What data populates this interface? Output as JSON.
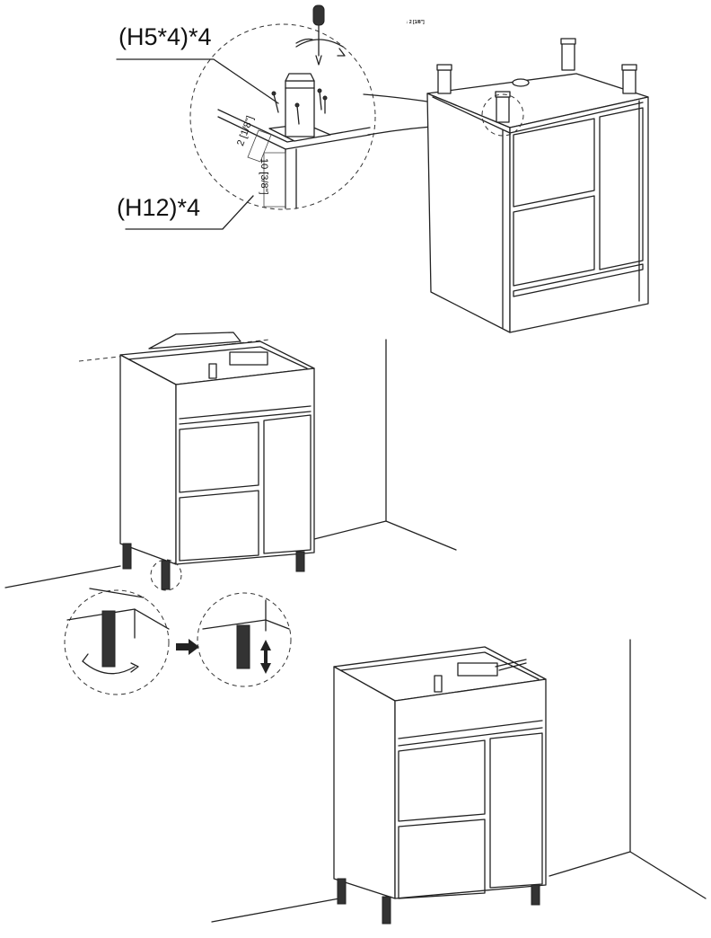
{
  "labels": {
    "screw_h5": "(H5*4)*4",
    "screw_h12": "(H12)*4",
    "dim_2_1_8": "2 [1/8\"]",
    "dim_10_3_8": "10 [3/8\"]",
    "tiny_dim": "↓ 2 [1/8\"]"
  },
  "steps": [
    {
      "name": "attach-legs",
      "icon": "screwdriver-icon"
    },
    {
      "name": "adjust-legs",
      "icon": "rotate-arrow-icon"
    },
    {
      "name": "mount-to-wall",
      "icon": "wall-bracket-icon"
    }
  ]
}
